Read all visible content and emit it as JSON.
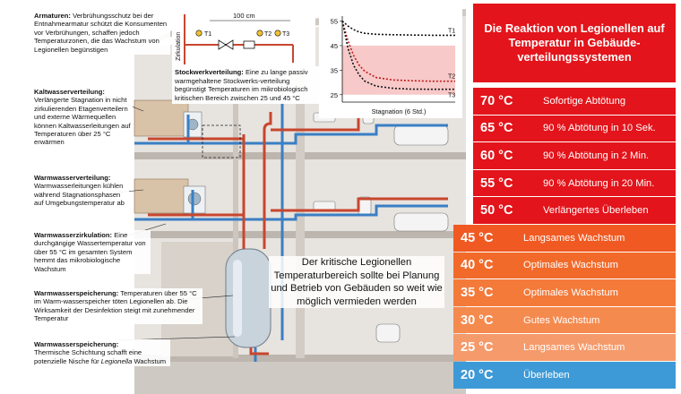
{
  "notes": {
    "armaturen": {
      "head": "Armaturen:",
      "text": "Verbrühungsschutz bei der Entnahmearmatur schützt die Konsumenten vor Verbrühungen, schaffen jedoch Temperaturzonen, die das Wachstum von Legionellen begünstigen"
    },
    "kaltwasser": {
      "head": "Kaltwasserverteilung:",
      "text": "Verlängerte Stagnation in nicht zirkulierenden Etagenverteilern und externe Wärmequellen können Kaltwasserleitungen auf Temperaturen über 25 °C erwärmen"
    },
    "warmwasser": {
      "head": "Warmwasserverteilung:",
      "text": "Warmwasserleitungen kühlen während Stagnationsphasen auf Umgebungstemperatur ab"
    },
    "zirkulation": {
      "head": "Warmwasserzirkulation:",
      "text": "Eine durchgängige Wassertemperatur von über 55 °C im gesamten System hemmt das mikrobiologische Wachstum"
    },
    "speicherung1": {
      "head": "Warmwasserspeicherung:",
      "text": "Temperaturen über 55 °C im Warm-wasserspeicher töten Legionellen ab. Die Wirksamkeit der Desinfektion steigt mit zunehmender Temperatur"
    },
    "speicherung2": {
      "head": "Warmwasserspeicherung:",
      "text_pre": "Thermische Schichtung schafft eine potenzielle Nische für ",
      "text_em": "Legionella",
      "text_post": " Wachstum"
    }
  },
  "stockwerk": {
    "head": "Stockwerkverteilung:",
    "text": "Eine zu lange passiv warmgehaltene Stockwerks-verteilung begünstigt Temperaturen im mikrobiologisch kritischen Bereich zwischen 25 und 45 °C"
  },
  "schematic": {
    "distance": "100 cm",
    "zirkulation": "Zirkulation",
    "t1": "T1",
    "t2": "T2",
    "t3": "T3"
  },
  "chart_data": {
    "type": "line",
    "xlabel": "Stagnation (6 Std.)",
    "ylabel": "",
    "yticks": [
      55,
      45,
      35,
      25
    ],
    "ylim": [
      22,
      57
    ],
    "shaded_band": [
      25,
      45
    ],
    "series": [
      {
        "name": "T1",
        "x": [
          0,
          0.05,
          0.1,
          0.15,
          0.2,
          0.3,
          0.45,
          0.6,
          0.8,
          1.0
        ],
        "values": [
          55,
          53,
          51.5,
          50.5,
          50,
          49.6,
          49.4,
          49.3,
          49.2,
          49.2
        ]
      },
      {
        "name": "T2",
        "x": [
          0,
          0.05,
          0.1,
          0.15,
          0.2,
          0.3,
          0.45,
          0.6,
          0.8,
          1.0
        ],
        "values": [
          55,
          47,
          41,
          37,
          34.5,
          32,
          31,
          30.7,
          30.5,
          30.5
        ]
      },
      {
        "name": "T3",
        "x": [
          0,
          0.05,
          0.1,
          0.15,
          0.2,
          0.3,
          0.45,
          0.6,
          0.8,
          1.0
        ],
        "values": [
          55,
          44,
          37,
          33,
          30.5,
          28.5,
          27.6,
          27.3,
          27.2,
          27.2
        ]
      }
    ]
  },
  "center_text": "Der kritische Legionellen Temperaturbereich sollte bei Planung und Betrieb von Gebäuden so weit wie möglich vermieden werden",
  "panel_title": "Die Reaktion von Legionellen auf Temperatur in Gebäude-verteilungssystemen",
  "temperatures": [
    {
      "temp": "70 °C",
      "text": "Sofortige Abtötung",
      "color": "#e3141b"
    },
    {
      "temp": "65 °C",
      "text": "90 % Abtötung in 10 Sek.",
      "color": "#e3141b"
    },
    {
      "temp": "60 °C",
      "text": "90 % Abtötung in 2 Min.",
      "color": "#e3141b"
    },
    {
      "temp": "55 °C",
      "text": "90 % Abtötung in 20 Min.",
      "color": "#e3141b"
    },
    {
      "temp": "50 °C",
      "text": "Verlängertes Überleben",
      "color": "#e3141b"
    },
    {
      "temp": "45 °C",
      "text": "Langsames Wachstum",
      "color": "#f05a22"
    },
    {
      "temp": "40 °C",
      "text": "Optimales Wachstum",
      "color": "#f26a2a"
    },
    {
      "temp": "35 °C",
      "text": "Optimales Wachstum",
      "color": "#f47a3a"
    },
    {
      "temp": "30 °C",
      "text": "Gutes Wachstum",
      "color": "#f58a4f"
    },
    {
      "temp": "25 °C",
      "text": "Langsames Wachstum",
      "color": "#f59a6a"
    },
    {
      "temp": "20 °C",
      "text": "Überleben",
      "color": "#3e9ad6"
    }
  ],
  "colors": {
    "hot_pipe": "#c8462e",
    "cold_pipe": "#3a7fc4",
    "wall": "#d9d4cf",
    "band": "#f7c9c9"
  }
}
